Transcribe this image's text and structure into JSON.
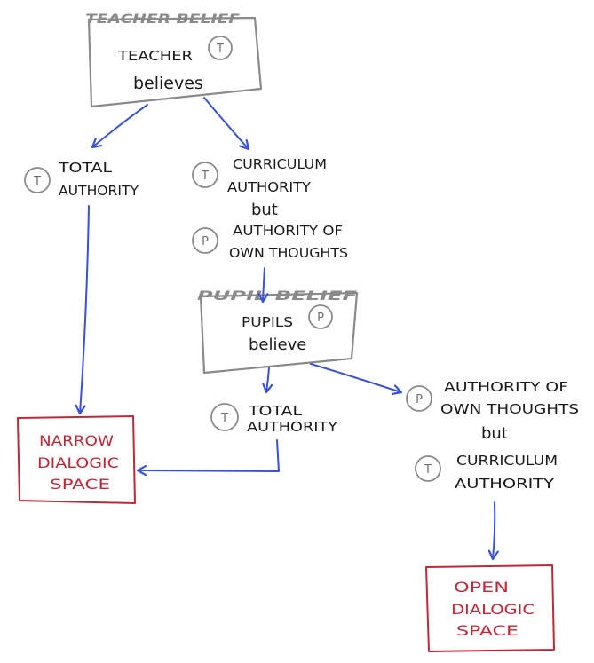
{
  "colors": {
    "ink": "#1a1a1a",
    "box_grey": "#8a8a8a",
    "badge_grey": "#8a8a8a",
    "arrow_blue": "#3a52d4",
    "outcome_red": "#c0283a"
  },
  "teacher_box": {
    "caption": "TEACHER BELIEF",
    "line1": "TEACHER",
    "line2": "believes",
    "badge": "T"
  },
  "left_branch": {
    "badge": "T",
    "line1": "TOTAL",
    "line2": "AUTHORITY"
  },
  "right_branch": {
    "badge_1": "T",
    "line1": "CURRICULUM",
    "line2": "AUTHORITY",
    "connector": "but",
    "badge_2": "P",
    "line3": "AUTHORITY OF",
    "line4": "OWN THOUGHTS"
  },
  "pupil_box": {
    "caption": "PUPIL BELIEF",
    "line1": "PUPILS",
    "line2": "believe",
    "badge": "P"
  },
  "pupil_left": {
    "badge": "T",
    "line1": "TOTAL",
    "line2": "AUTHORITY"
  },
  "pupil_right": {
    "badge_1": "P",
    "line1": "AUTHORITY OF",
    "line2": "OWN THOUGHTS",
    "connector": "but",
    "badge_2": "T",
    "line3": "CURRICULUM",
    "line4": "AUTHORITY"
  },
  "narrow_box": {
    "line1": "NARROW",
    "line2": "DIALOGIC",
    "line3": "SPACE"
  },
  "open_box": {
    "line1": "OPEN",
    "line2": "DIALOGIC",
    "line3": "SPACE"
  }
}
